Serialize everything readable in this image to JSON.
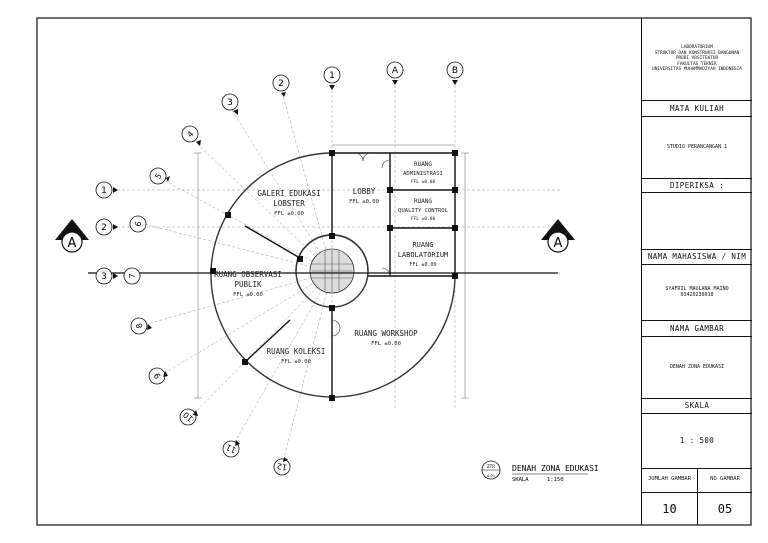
{
  "title_block": {
    "institution_lines": [
      "LABORATORIUM",
      "STRUKTUR DAN KONSTRUKSI BANGUNAN",
      "PRODI ARSITEKTUR",
      "FAKULTAS TEKNIK",
      "UNIVERSITAS MUHAMMADIYAH INDONESIA"
    ],
    "mata_kuliah_label": "MATA KULIAH",
    "mata_kuliah_value": "STUDIO PERANCANGAN 1",
    "diperiksa_label": "DIPERIKSA :",
    "diperiksa_value": "",
    "mahasiswa_label": "NAMA MAHASISWA / NIM",
    "mahasiswa_name": "SYAFRIL MAULANA MAINO",
    "mahasiswa_nim": "03420230010",
    "gambar_label": "NAMA GAMBAR",
    "gambar_value": "DENAH ZONA EDUKASI",
    "skala_label": "SKALA",
    "skala_value": "1 : 500",
    "jumlah_label": "JUMLAH GAMBAR",
    "no_label": "NO GAMBAR",
    "jumlah_value": "10",
    "no_value": "05"
  },
  "plan": {
    "rooms": [
      {
        "name": "GALERI EDUKASI",
        "name2": "LOBSTER",
        "ffl": "FFL ±0.00"
      },
      {
        "name": "LOBBY",
        "ffl": "FFL ±0.00"
      },
      {
        "name": "RUANG",
        "name2": "ADMINISTRASI",
        "ffl": "FFL ±0.00"
      },
      {
        "name": "RUANG",
        "name2": "QUALITY CONTROL",
        "ffl": "FFL ±0.00"
      },
      {
        "name": "RUANG",
        "name2": "LABOLATORIUM",
        "ffl": "FFL ±0.00"
      },
      {
        "name": "RUANG OBSERVASI",
        "name2": "PUBLIK",
        "ffl": "FFL ±0.00"
      },
      {
        "name": "RUANG WORKSHOP",
        "ffl": "FFL ±0.00"
      },
      {
        "name": "RUANG KOLEKSI",
        "ffl": "FFL ±0.00"
      }
    ],
    "grid_letters": [
      "A",
      "B"
    ],
    "grid_numbers_left": [
      "1",
      "2",
      "3"
    ],
    "grid_top": [
      "1",
      "2",
      "3"
    ],
    "radial_labels": [
      "4",
      "5",
      "6",
      "7",
      "8",
      "9",
      "10",
      "11",
      "12"
    ],
    "section_marker": "A",
    "drawing_title": {
      "title": "DENAH ZONA EDUKASI",
      "scale_label": "SKALA",
      "scale_value": "1:150",
      "bubble_top": "ZTR",
      "bubble_bottom": "A-01"
    }
  }
}
